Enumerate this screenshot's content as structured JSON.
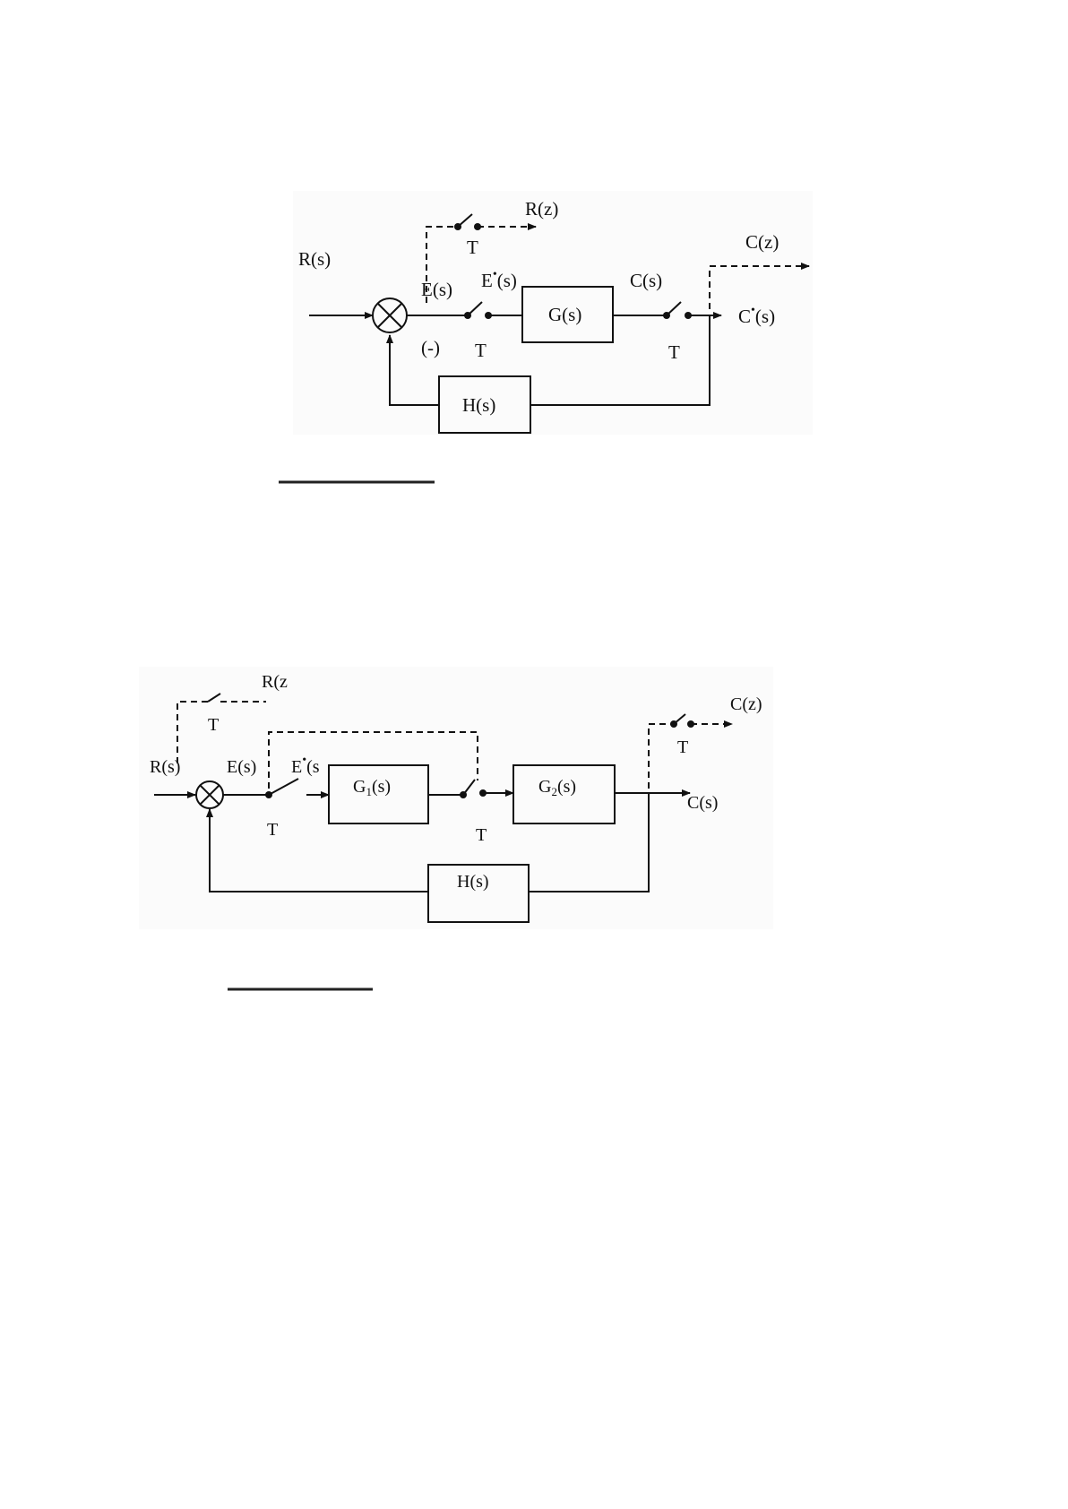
{
  "diagram1": {
    "input_label": "R(s)",
    "error_label": "E(s)",
    "sampled_error_label": "E",
    "sampled_error_sup": "•",
    "sampled_error_suffix": "(s)",
    "minus_sign": "(-)",
    "forward_block": "G(s)",
    "feedback_block": "H(s)",
    "output_label": "C(s)",
    "sampled_output_label": "C",
    "sampled_output_sup": "•",
    "sampled_output_suffix": "(s)",
    "z_input_label": "R(z)",
    "z_output_label": "C(z)",
    "sampler_label": "T"
  },
  "diagram2": {
    "input_label": "R(s)",
    "error_label": "E(s)",
    "sampled_error_label": "E",
    "sampled_error_sup": "•",
    "sampled_error_suffix": "(s",
    "block1_main": "G",
    "block1_sub": "1",
    "block1_suffix": "(s)",
    "block2_main": "G",
    "block2_sub": "2",
    "block2_suffix": "(s)",
    "feedback_block": "H(s)",
    "output_label": "C(s)",
    "z_input_label": "R(z",
    "z_output_label": "C(z)",
    "sampler_label": "T"
  }
}
